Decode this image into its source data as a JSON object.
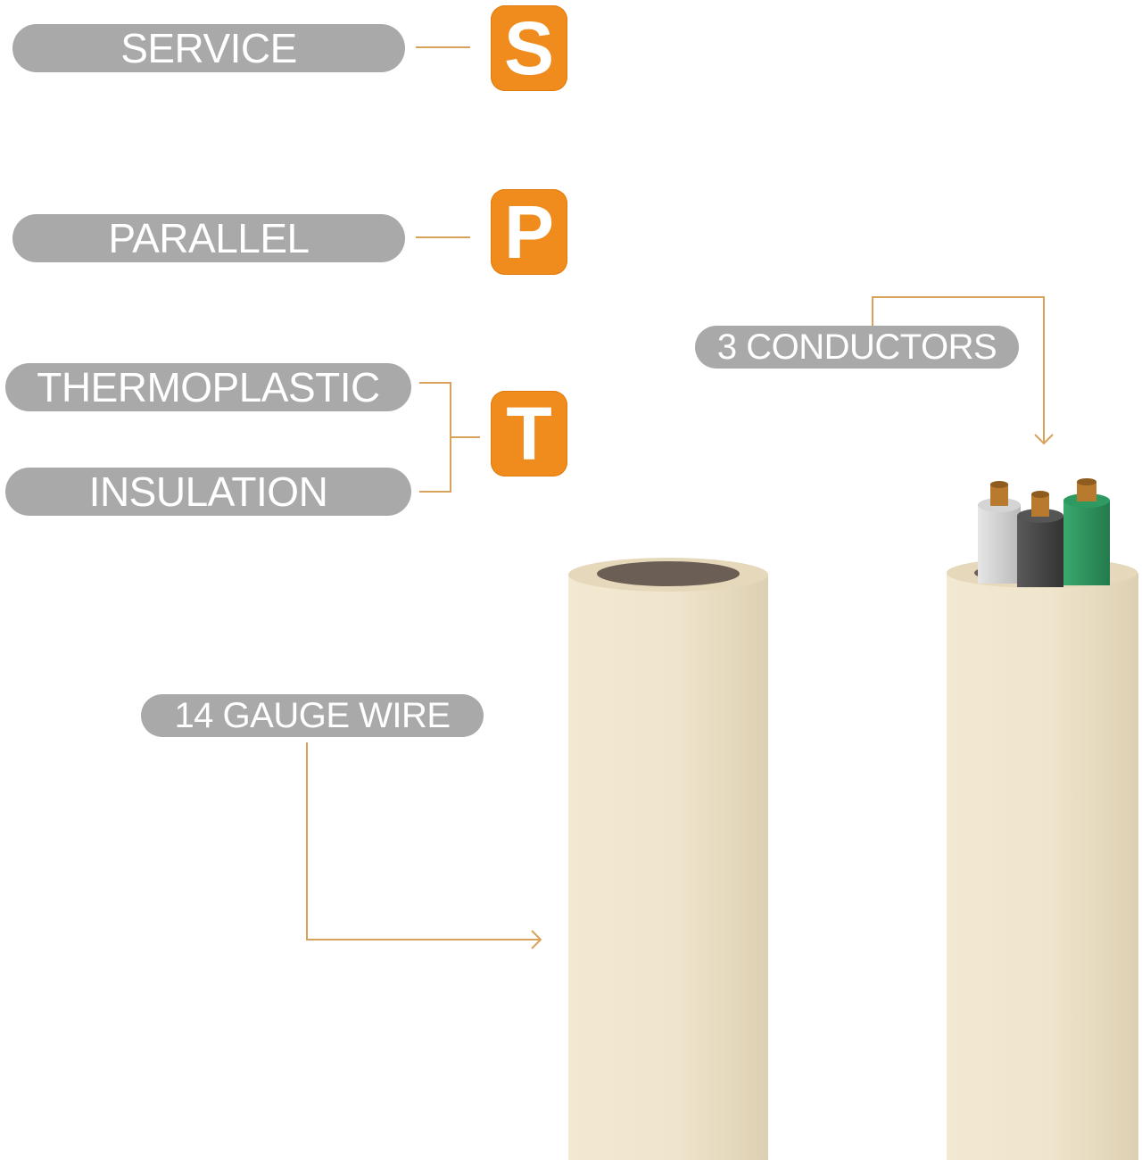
{
  "labels": {
    "service": "SERVICE",
    "parallel": "PARALLEL",
    "thermoplastic": "THERMOPLASTIC",
    "insulation": "INSULATION",
    "conductors": "3 CONDUCTORS",
    "gauge": "14 GAUGE WIRE"
  },
  "letters": {
    "s": "S",
    "p": "P",
    "t": "T"
  },
  "colors": {
    "accent": "#f08c1e",
    "label_bg": "#a9a9a9",
    "line": "#d9a25a",
    "jacket": "#efe4cc",
    "wire_white": "#d8d8d8",
    "wire_black": "#4a4a4a",
    "wire_green": "#2e9a62",
    "copper": "#b77a2e"
  },
  "icons": {
    "left_cable": "cable-hollow-icon",
    "right_cable": "cable-three-conductor-icon"
  }
}
